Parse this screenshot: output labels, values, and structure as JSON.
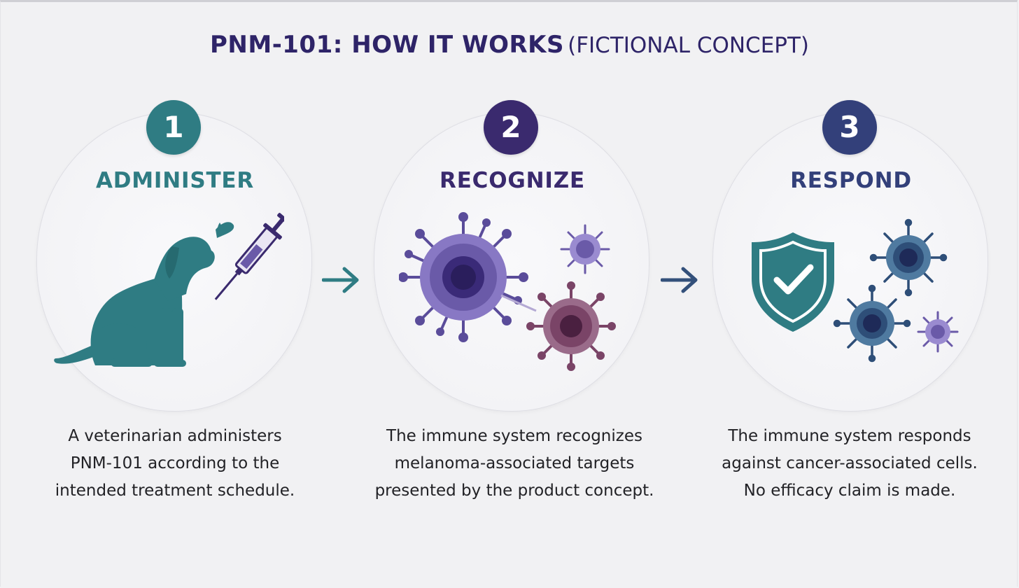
{
  "title": {
    "main": "PNM-101: HOW IT WORKS",
    "sub": "(FICTIONAL CONCEPT)"
  },
  "steps": [
    {
      "number": "1",
      "label": "ADMINISTER",
      "color": "#2f7c83",
      "description": [
        "A veterinarian administers",
        "PNM-101 according to the",
        "intended treatment schedule."
      ],
      "icons": [
        "dog-icon",
        "syringe-icon"
      ]
    },
    {
      "number": "2",
      "label": "RECOGNIZE",
      "color": "#3a2a6e",
      "description": [
        "The immune system recognizes",
        "melanoma-associated targets",
        "presented by the product concept."
      ],
      "icons": [
        "immune-cell-icon",
        "target-cell-icon"
      ]
    },
    {
      "number": "3",
      "label": "RESPOND",
      "color": "#33407a",
      "description": [
        "The immune system responds",
        "against cancer-associated cells.",
        "No efficacy claim is made."
      ],
      "icons": [
        "shield-check-icon",
        "cancer-cell-icon"
      ]
    }
  ],
  "colors": {
    "teal": "#2f7c83",
    "purple": "#6a5aa8",
    "navy": "#2e2468",
    "maroon": "#7a4467",
    "steel": "#3c5f85"
  }
}
